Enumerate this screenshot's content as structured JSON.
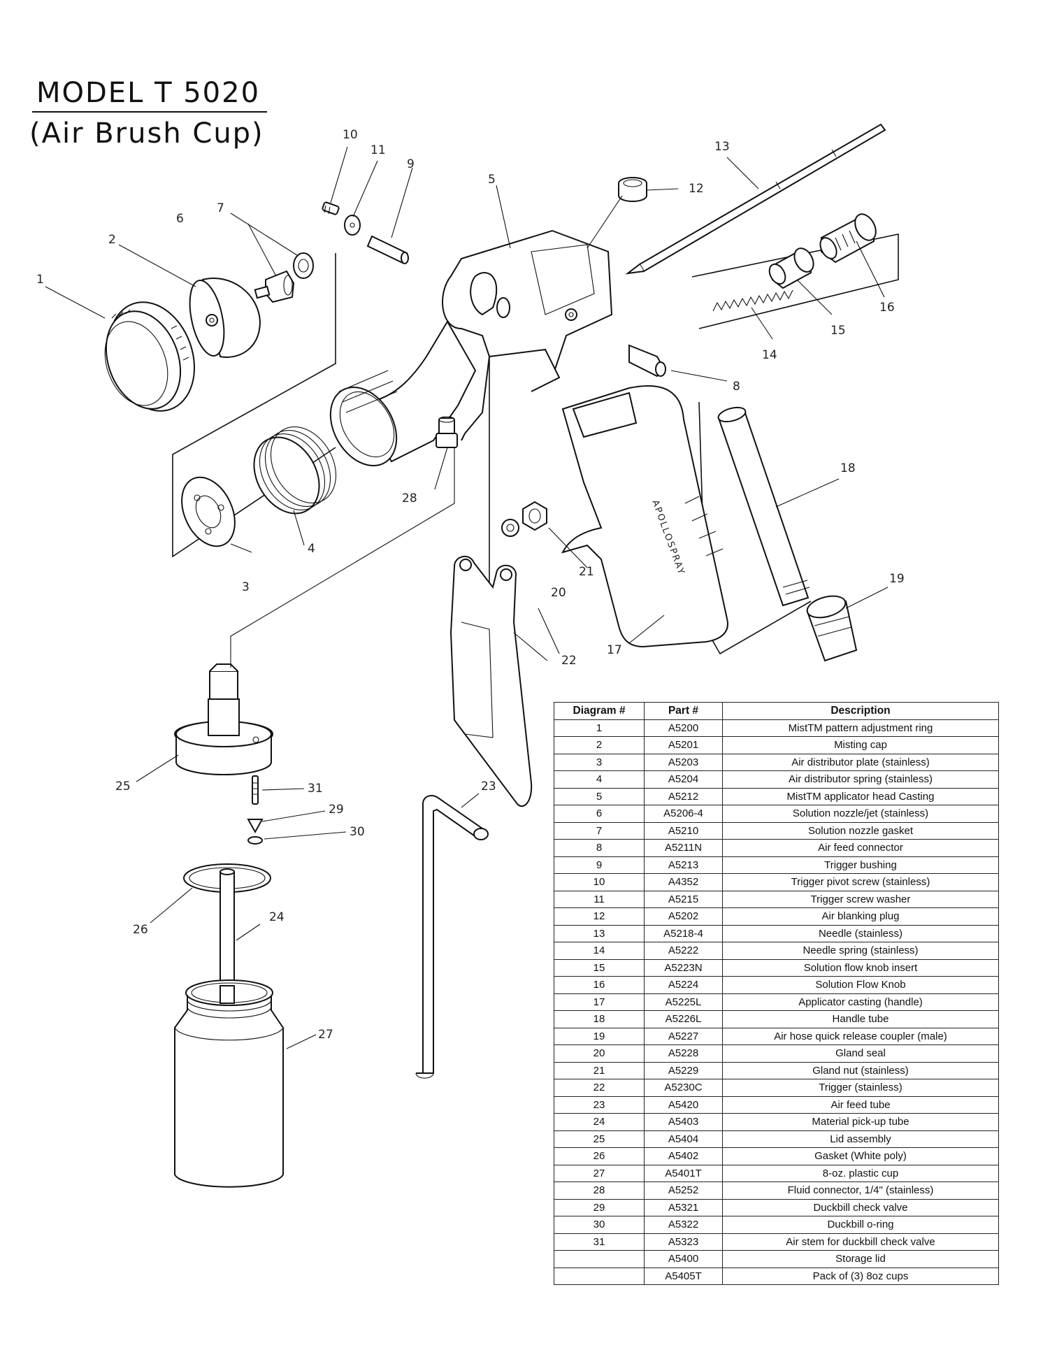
{
  "title": {
    "model": "MODEL T 5020",
    "subtitle": "(Air Brush Cup)"
  },
  "diagram": {
    "brand_text": "APOLLOSPRAY",
    "callouts": [
      "1",
      "2",
      "3",
      "4",
      "5",
      "6",
      "7",
      "8",
      "9",
      "10",
      "11",
      "12",
      "13",
      "14",
      "15",
      "16",
      "17",
      "18",
      "19",
      "20",
      "21",
      "22",
      "23",
      "24",
      "25",
      "26",
      "27",
      "28",
      "29",
      "30",
      "31"
    ]
  },
  "table": {
    "headers": [
      "Diagram #",
      "Part #",
      "Description"
    ],
    "rows": [
      {
        "diagram": "1",
        "part": "A5200",
        "description": "MistTM pattern adjustment ring"
      },
      {
        "diagram": "2",
        "part": "A5201",
        "description": "Misting cap"
      },
      {
        "diagram": "3",
        "part": "A5203",
        "description": "Air distributor plate (stainless)"
      },
      {
        "diagram": "4",
        "part": "A5204",
        "description": "Air distributor spring (stainless)"
      },
      {
        "diagram": "5",
        "part": "A5212",
        "description": "MistTM applicator head Casting"
      },
      {
        "diagram": "6",
        "part": "A5206-4",
        "description": "Solution nozzle/jet (stainless)"
      },
      {
        "diagram": "7",
        "part": "A5210",
        "description": "Solution nozzle gasket"
      },
      {
        "diagram": "8",
        "part": "A5211N",
        "description": "Air feed connector"
      },
      {
        "diagram": "9",
        "part": "A5213",
        "description": "Trigger bushing"
      },
      {
        "diagram": "10",
        "part": "A4352",
        "description": "Trigger pivot screw (stainless)"
      },
      {
        "diagram": "11",
        "part": "A5215",
        "description": "Trigger screw washer"
      },
      {
        "diagram": "12",
        "part": "A5202",
        "description": "Air blanking plug"
      },
      {
        "diagram": "13",
        "part": "A5218-4",
        "description": "Needle (stainless)"
      },
      {
        "diagram": "14",
        "part": "A5222",
        "description": "Needle spring (stainless)"
      },
      {
        "diagram": "15",
        "part": "A5223N",
        "description": "Solution flow knob insert"
      },
      {
        "diagram": "16",
        "part": "A5224",
        "description": "Solution Flow Knob"
      },
      {
        "diagram": "17",
        "part": "A5225L",
        "description": "Applicator casting (handle)"
      },
      {
        "diagram": "18",
        "part": "A5226L",
        "description": "Handle tube"
      },
      {
        "diagram": "19",
        "part": "A5227",
        "description": "Air hose quick release coupler (male)"
      },
      {
        "diagram": "20",
        "part": "A5228",
        "description": "Gland seal"
      },
      {
        "diagram": "21",
        "part": "A5229",
        "description": "Gland nut (stainless)"
      },
      {
        "diagram": "22",
        "part": "A5230C",
        "description": "Trigger (stainless)"
      },
      {
        "diagram": "23",
        "part": "A5420",
        "description": "Air feed tube"
      },
      {
        "diagram": "24",
        "part": "A5403",
        "description": "Material pick-up tube"
      },
      {
        "diagram": "25",
        "part": "A5404",
        "description": "Lid assembly"
      },
      {
        "diagram": "26",
        "part": "A5402",
        "description": "Gasket (White poly)"
      },
      {
        "diagram": "27",
        "part": "A5401T",
        "description": "8-oz. plastic cup"
      },
      {
        "diagram": "28",
        "part": "A5252",
        "description": "Fluid connector, 1/4\" (stainless)"
      },
      {
        "diagram": "29",
        "part": "A5321",
        "description": "Duckbill check valve"
      },
      {
        "diagram": "30",
        "part": "A5322",
        "description": "Duckbill o-ring"
      },
      {
        "diagram": "31",
        "part": "A5323",
        "description": "Air stem for duckbill check valve"
      },
      {
        "diagram": "",
        "part": "A5400",
        "description": "Storage lid"
      },
      {
        "diagram": "",
        "part": "A5405T",
        "description": "Pack of (3) 8oz cups"
      }
    ]
  }
}
